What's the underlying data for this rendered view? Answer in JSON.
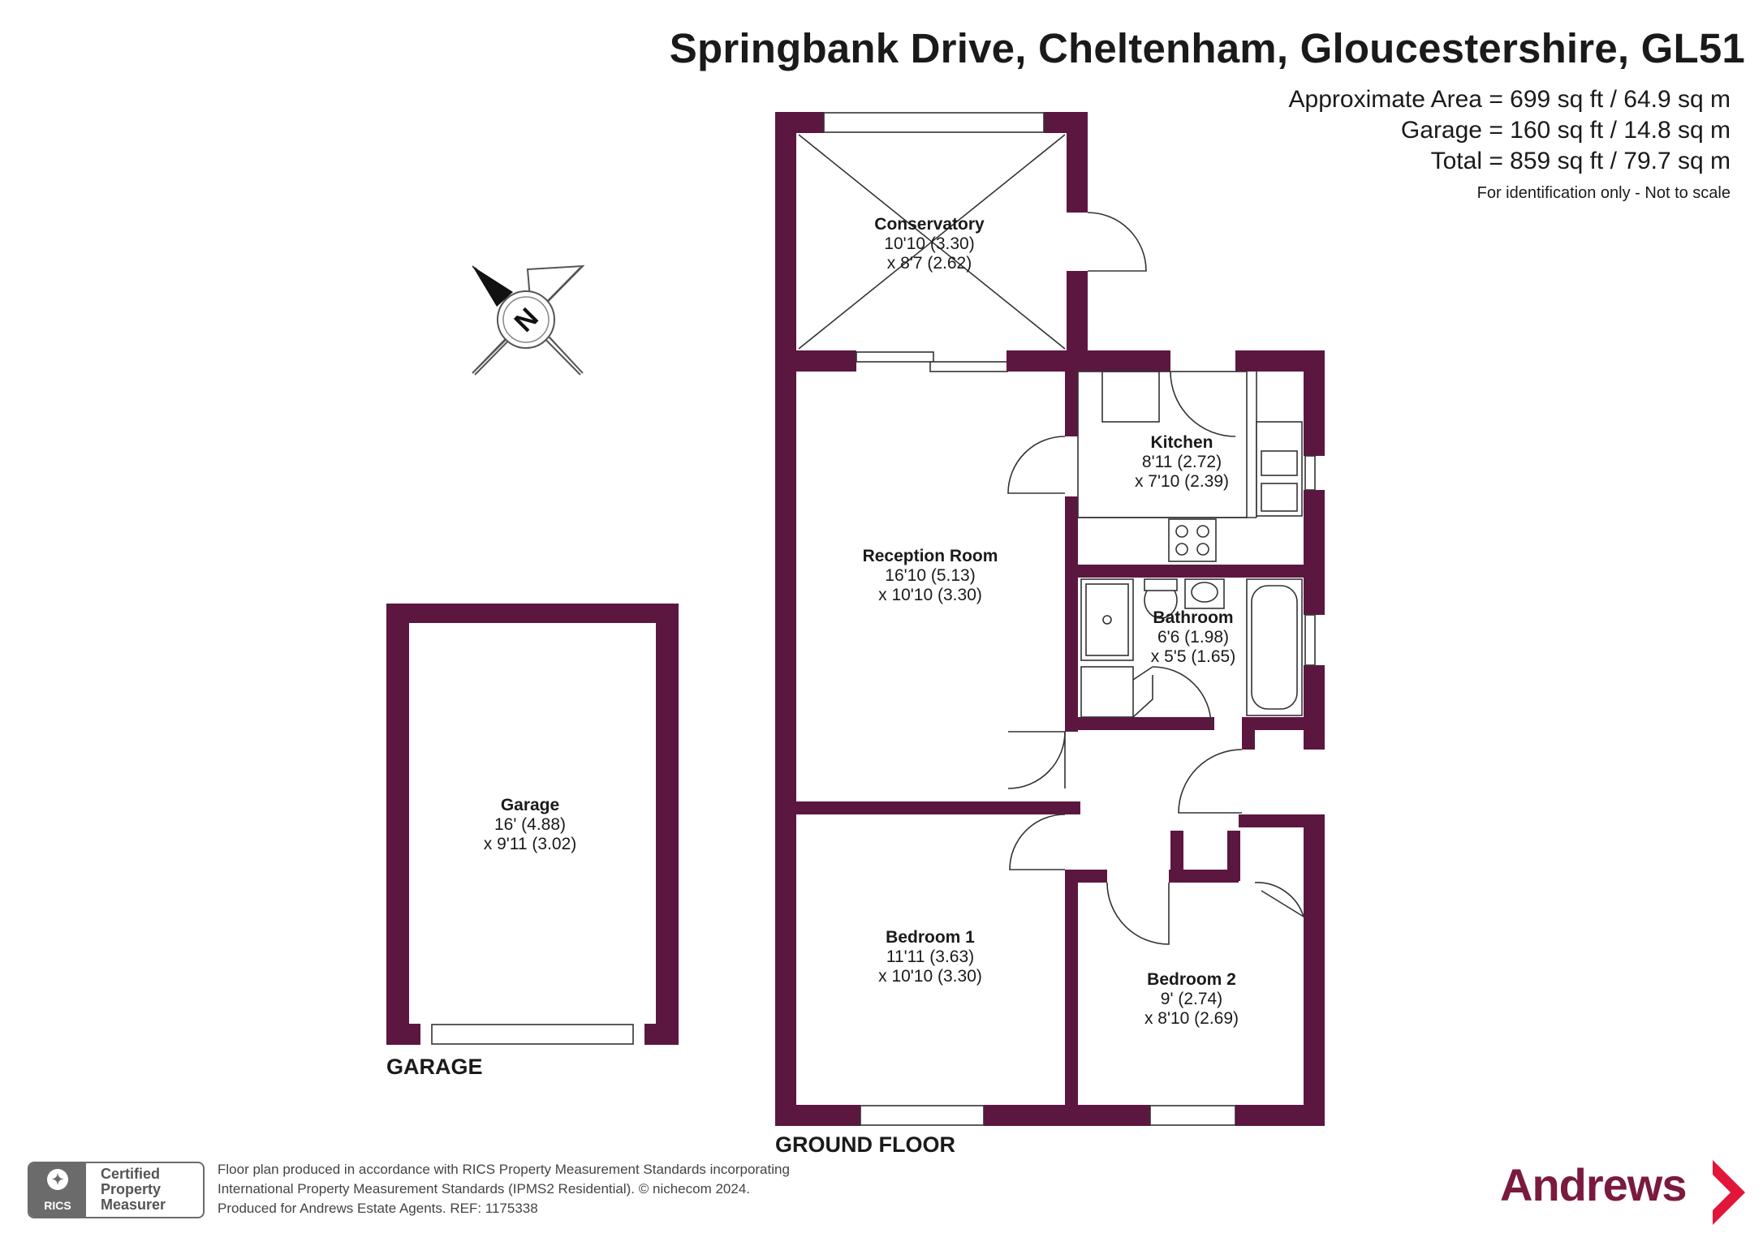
{
  "header": {
    "title": "Springbank Drive, Cheltenham, Gloucestershire, GL51",
    "area_approx": "Approximate Area = 699 sq ft / 64.9 sq m",
    "area_garage": "Garage = 160 sq ft / 14.8 sq m",
    "area_total": "Total = 859 sq ft / 79.7 sq m",
    "note": "For identification only - Not to scale"
  },
  "compass": {
    "label": "N"
  },
  "rooms": {
    "conservatory": {
      "name": "Conservatory",
      "dim1": "10'10 (3.30)",
      "dim2": "x 8'7 (2.62)"
    },
    "kitchen": {
      "name": "Kitchen",
      "dim1": "8'11 (2.72)",
      "dim2": "x 7'10 (2.39)"
    },
    "reception": {
      "name": "Reception Room",
      "dim1": "16'10 (5.13)",
      "dim2": "x 10'10 (3.30)"
    },
    "bathroom": {
      "name": "Bathroom",
      "dim1": "6'6 (1.98)",
      "dim2": "x 5'5 (1.65)"
    },
    "garage": {
      "name": "Garage",
      "dim1": "16' (4.88)",
      "dim2": "x 9'11 (3.02)"
    },
    "bedroom1": {
      "name": "Bedroom 1",
      "dim1": "11'11 (3.63)",
      "dim2": "x 10'10 (3.30)"
    },
    "bedroom2": {
      "name": "Bedroom 2",
      "dim1": "9' (2.74)",
      "dim2": "x 8'10 (2.69)"
    }
  },
  "floors": {
    "garage": "GARAGE",
    "ground": "GROUND FLOOR"
  },
  "footer": {
    "line1": "Floor plan produced in accordance with RICS Property Measurement Standards incorporating",
    "line2": "International Property Measurement Standards (IPMS2 Residential).   © nichecom 2024.",
    "line3": "Produced for Andrews Estate Agents.   REF:   1175338",
    "rics_badge": "RICS",
    "rics_line1": "Certified",
    "rics_line2": "Property",
    "rics_line3": "Measurer",
    "brand": "Andrews"
  },
  "colors": {
    "wall": "#5c1740",
    "brand": "#7a1a3e",
    "chevron": "#e2153a"
  }
}
